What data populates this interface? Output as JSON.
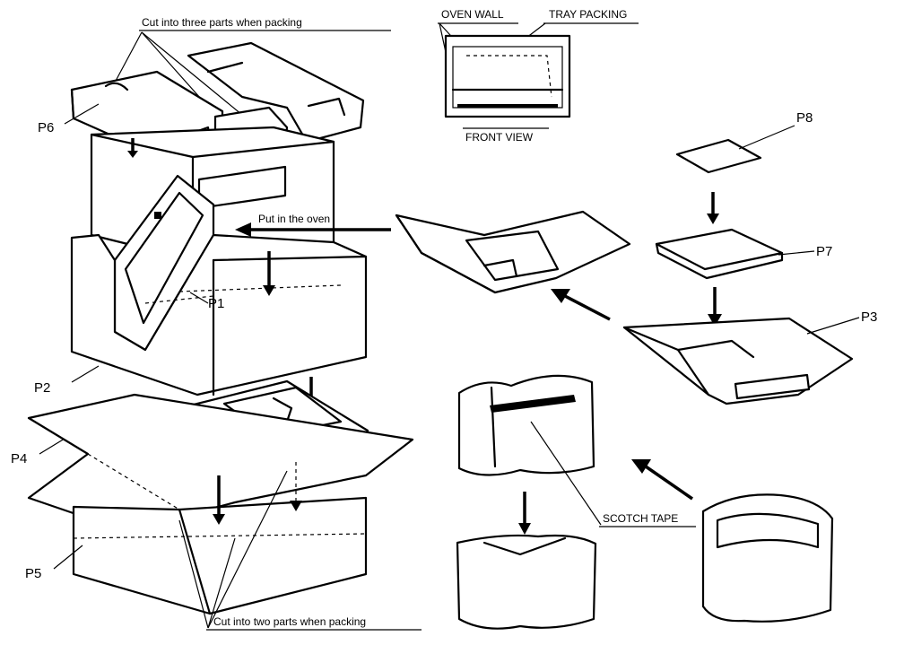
{
  "labels": {
    "p1": "P1",
    "p2": "P2",
    "p3": "P3",
    "p4": "P4",
    "p5": "P5",
    "p6": "P6",
    "p7": "P7",
    "p8": "P8"
  },
  "notes": {
    "cut_three": "Cut into three parts when packing",
    "cut_two": "Cut into two parts when packing",
    "put_in_oven": "Put in the oven",
    "oven_wall": "OVEN WALL",
    "tray_packing": "TRAY PACKING",
    "front_view": "FRONT VIEW",
    "scotch_tape": "SCOTCH TAPE"
  }
}
